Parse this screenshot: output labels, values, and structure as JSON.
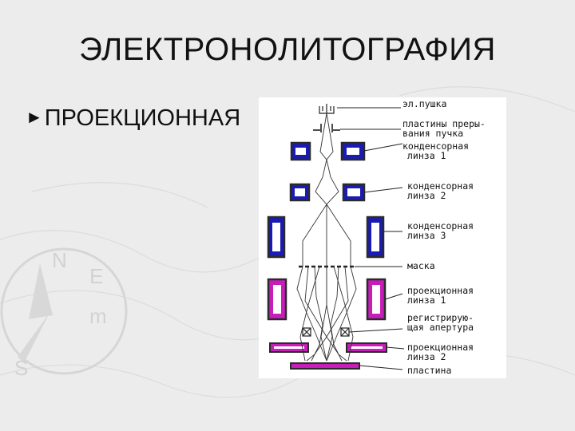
{
  "slide": {
    "title": "ЭЛЕКТРОНОЛИТОГРАФИЯ",
    "bullet_marker": "►",
    "bullet_text": "ПРОЕКЦИОННАЯ"
  },
  "diagram": {
    "labels": [
      [
        "эл.пушка"
      ],
      [
        "пластины преры-",
        "вания пучка"
      ],
      [
        "конденсорная",
        "линза 1"
      ],
      [
        "конденсорная",
        "линза 2"
      ],
      [
        "конденсорная",
        "линза 3"
      ],
      [
        "маска"
      ],
      [
        "проекционная",
        "линза 1"
      ],
      [
        "регистрирую-",
        "щая апертура"
      ],
      [
        "проекционная",
        "линза 2"
      ],
      [
        "пластина"
      ]
    ],
    "colors": {
      "condenser": "#1a1ab4",
      "projection": "#c81eb9",
      "frame": "#2a2a2a",
      "plate": "#c81eb9"
    }
  }
}
